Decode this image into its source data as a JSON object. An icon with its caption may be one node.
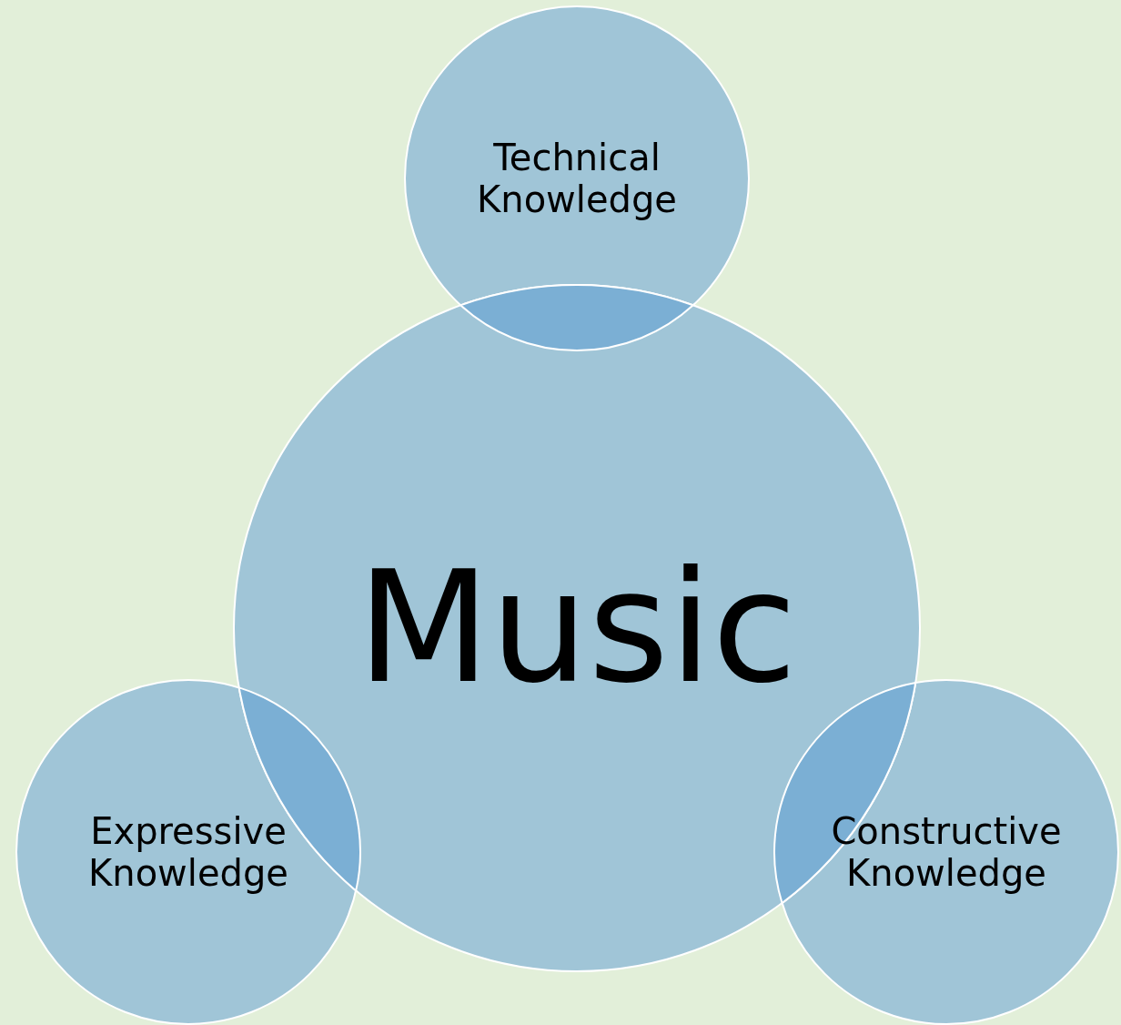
{
  "diagram": {
    "nodes": [
      {
        "text": [
          "Technical Knowledge"
        ]
      },
      {
        "text": [
          "Music"
        ]
      },
      {
        "text": [
          "Expressive Knowledge"
        ]
      },
      {
        "text": [
          "Constructive Knowledge"
        ]
      }
    ]
  }
}
